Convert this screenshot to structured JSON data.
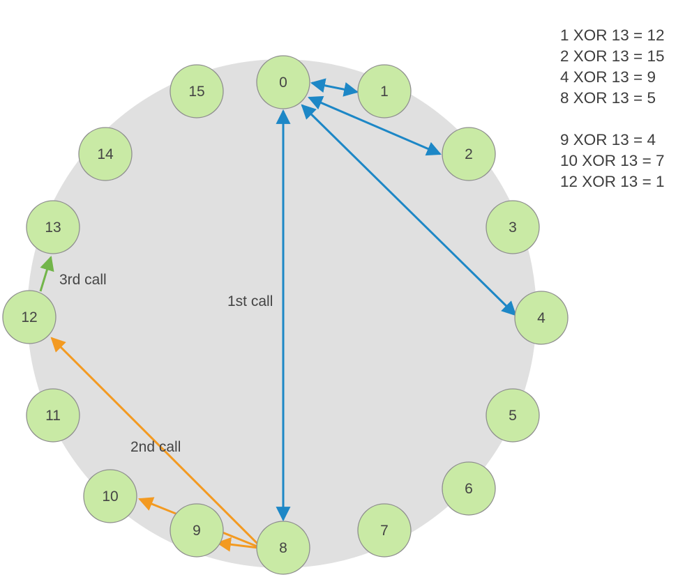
{
  "nodes": [
    "0",
    "1",
    "2",
    "3",
    "4",
    "5",
    "6",
    "7",
    "8",
    "9",
    "10",
    "11",
    "12",
    "13",
    "14",
    "15"
  ],
  "calls": {
    "first": "1st call",
    "second": "2nd call",
    "third": "3rd call"
  },
  "equations": {
    "group1": [
      "1 XOR 13 = 12",
      "2 XOR 13 = 15",
      "4 XOR 13 = 9",
      "8 XOR 13 = 5"
    ],
    "group2": [
      "9 XOR 13 = 4",
      "10 XOR 13 = 7",
      "12 XOR 13 = 1"
    ]
  },
  "colors": {
    "ring_fill": "#e0e0e0",
    "node_fill": "#c9eaa5",
    "node_stroke": "#8e8e8e",
    "first_call": "#1d87c6",
    "second_call": "#f39a21",
    "third_call": "#72b54a"
  }
}
